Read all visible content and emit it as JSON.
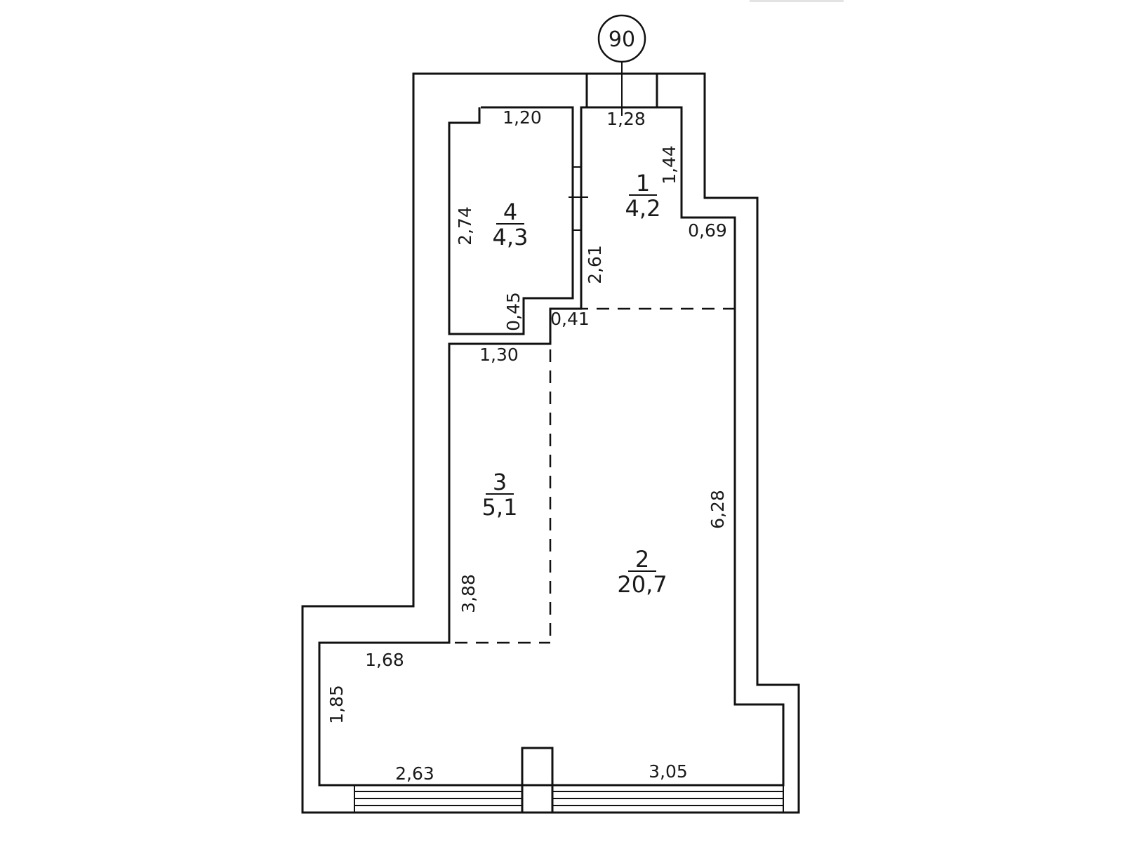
{
  "apartment_number": "90",
  "rooms": [
    {
      "number": "1",
      "area": "4,2"
    },
    {
      "number": "2",
      "area": "20,7"
    },
    {
      "number": "3",
      "area": "5,1"
    },
    {
      "number": "4",
      "area": "4,3"
    }
  ],
  "dimensions": {
    "room4_top": "1,20",
    "room4_side": "2,74",
    "room4_step": "0,45",
    "room1_top": "1,28",
    "room1_right": "1,44",
    "room1_step": "0,69",
    "corridor_wall": "2,61",
    "corridor_step": "0,41",
    "room3_top": "1,30",
    "room3_side": "3,88",
    "room2_right": "6,28",
    "bottom_top": "1,68",
    "bottom_left": "1,85",
    "window_left": "2,63",
    "window_right": "3,05"
  },
  "colors": {
    "line": "#111111",
    "background": "#ffffff"
  }
}
